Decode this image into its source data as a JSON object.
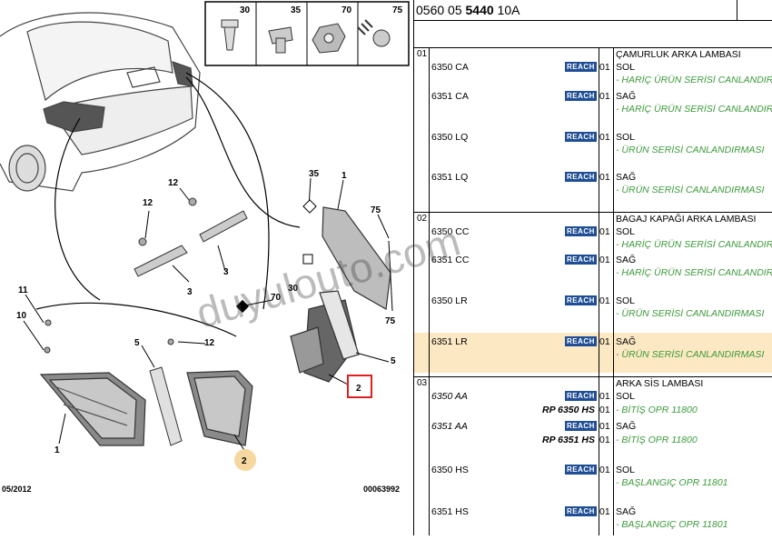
{
  "header": {
    "ref_prefix": "0560 05 ",
    "ref_bold": "5440",
    "ref_suffix": " 10A"
  },
  "diagram": {
    "date_code": "05/2012",
    "figure_code": "00063992",
    "fastener_numbers": [
      "30",
      "35",
      "70",
      "75"
    ],
    "callouts": [
      "35",
      "1",
      "75",
      "12",
      "12",
      "3",
      "3",
      "70",
      "30",
      "75",
      "11",
      "10",
      "5",
      "12",
      "5",
      "2",
      "1",
      "2"
    ],
    "watermark": "duyulouto.com"
  },
  "groups": [
    {
      "number": "01",
      "title": "ÇAMURLUK ARKA LAMBASI"
    },
    {
      "number": "02",
      "title": "BAGAJ KAPAĞI ARKA LAMBASI"
    },
    {
      "number": "03",
      "title": "ARKA SİS LAMBASI"
    }
  ],
  "rows": [
    {
      "code": "6350 CA",
      "badge": "REACH",
      "qty": "01",
      "side": "SOL",
      "note": "- HARİÇ ÜRÜN SERİSİ CANLANDIR"
    },
    {
      "code": "6351 CA",
      "badge": "REACH",
      "qty": "01",
      "side": "SAĞ",
      "note": "- HARİÇ ÜRÜN SERİSİ CANLANDIR"
    },
    {
      "code": "6350 LQ",
      "badge": "REACH",
      "qty": "01",
      "side": "SOL",
      "note": "- ÜRÜN SERİSİ CANLANDIRMASI"
    },
    {
      "code": "6351 LQ",
      "badge": "REACH",
      "qty": "01",
      "side": "SAĞ",
      "note": "- ÜRÜN SERİSİ CANLANDIRMASI"
    },
    {
      "code": "6350 CC",
      "badge": "REACH",
      "qty": "01",
      "side": "SOL",
      "note": "- HARİÇ ÜRÜN SERİSİ CANLANDIR"
    },
    {
      "code": "6351 CC",
      "badge": "REACH",
      "qty": "01",
      "side": "SAĞ",
      "note": "- HARİÇ ÜRÜN SERİSİ CANLANDIR"
    },
    {
      "code": "6350 LR",
      "badge": "REACH",
      "qty": "01",
      "side": "SOL",
      "note": "- ÜRÜN SERİSİ CANLANDIRMASI"
    },
    {
      "code": "6351 LR",
      "badge": "REACH",
      "qty": "01",
      "side": "SAĞ",
      "note": "- ÜRÜN SERİSİ CANLANDIRMASI"
    },
    {
      "code": "6350 AA",
      "badge": "REACH",
      "qty": "01",
      "side": "SOL",
      "rp": "RP 6350 HS",
      "rp_qty": "01",
      "note": "- BİTİŞ OPR 11800"
    },
    {
      "code": "6351 AA",
      "badge": "REACH",
      "qty": "01",
      "side": "SAĞ",
      "rp": "RP 6351 HS",
      "rp_qty": "01",
      "note": "- BİTİŞ OPR 11800"
    },
    {
      "code": "6350 HS",
      "badge": "REACH",
      "qty": "01",
      "side": "SOL",
      "note": "- BAŞLANGIÇ OPR 11801"
    },
    {
      "code": "6351 HS",
      "badge": "REACH",
      "qty": "01",
      "side": "SAĞ",
      "note": "- BAŞLANGIÇ OPR 11801"
    }
  ],
  "colors": {
    "reach_badge": "#1f4e96",
    "note_green": "#3a9a3a",
    "highlight": "#fde8c4",
    "callout_red": "#e02020",
    "callout_circle": "#f5d7a0"
  }
}
